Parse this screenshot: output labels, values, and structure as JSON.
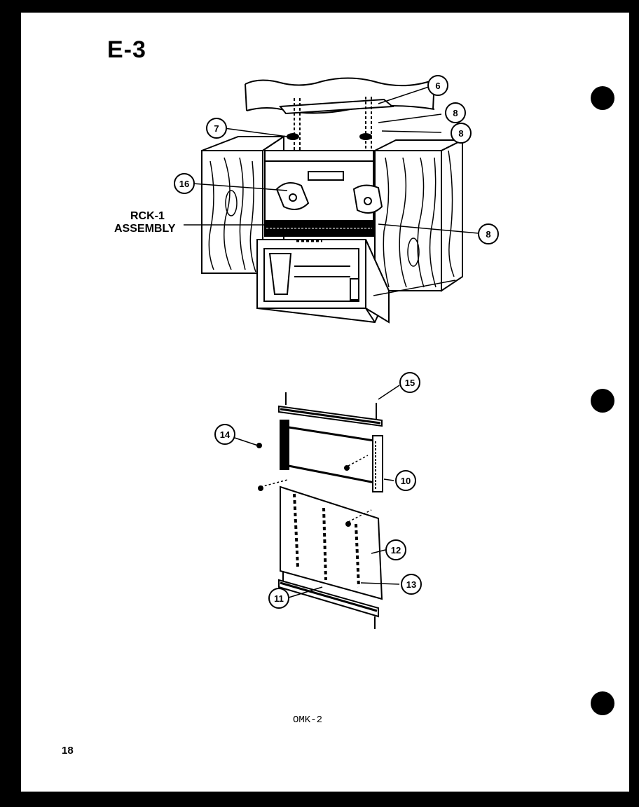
{
  "sheet": {
    "section_title": "E-3",
    "assembly_label_line1": "RCK-1",
    "assembly_label_line2": "ASSEMBLY",
    "model_code": "OMK-2",
    "page_number": "18"
  },
  "callouts": [
    "6",
    "8",
    "8",
    "7",
    "16",
    "8",
    "15",
    "14",
    "10",
    "12",
    "13",
    "11"
  ],
  "colors": {
    "ink": "#000000",
    "paper": "#ffffff"
  }
}
